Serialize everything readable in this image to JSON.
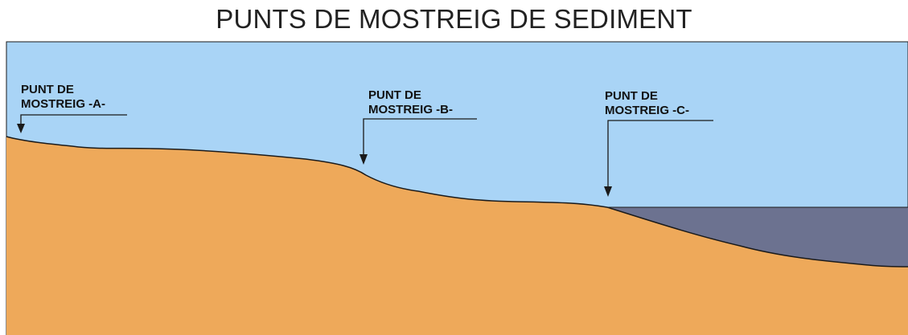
{
  "title": "PUNTS DE MOSTREIG DE SEDIMENT",
  "colors": {
    "water": "#a9d4f6",
    "sediment": "#eea95a",
    "deep_layer": "#6c7290",
    "outline": "#1a1a1a"
  },
  "sampling_points": [
    {
      "id": "A",
      "line1": "PUNT DE",
      "line2": "MOSTREIG -A-"
    },
    {
      "id": "B",
      "line1": "PUNT DE",
      "line2": "MOSTREIG -B-"
    },
    {
      "id": "C",
      "line1": "PUNT DE",
      "line2": "MOSTREIG -C-"
    }
  ]
}
